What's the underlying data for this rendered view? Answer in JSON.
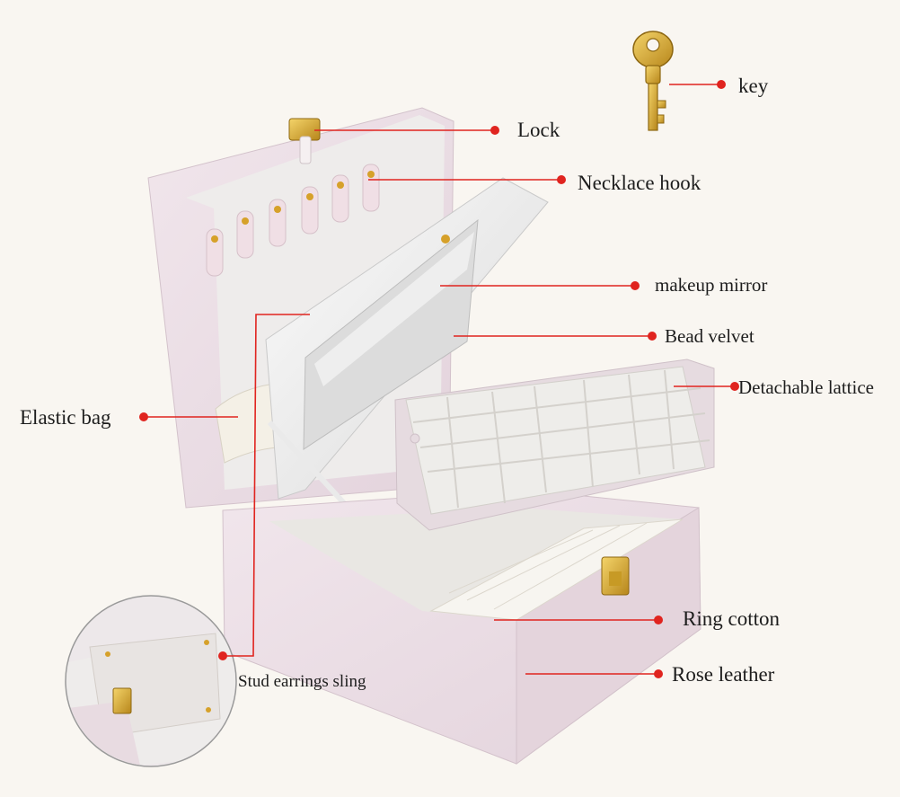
{
  "labels": {
    "key": "key",
    "lock": "Lock",
    "necklace_hook": "Necklace hook",
    "makeup_mirror": "makeup mirror",
    "bead_velvet": "Bead velvet",
    "detachable_lattice": "Detachable lattice",
    "elastic_bag": "Elastic bag",
    "ring_cotton": "Ring cotton",
    "stud_earrings_sling": "Stud earrings sling",
    "rose_leather": "Rose leather"
  },
  "colors": {
    "background": "#f9f6f1",
    "leather": "#ecdfe6",
    "velvet": "#eceae6",
    "gold": "#d9a92a",
    "leader_line": "#e0241f"
  }
}
